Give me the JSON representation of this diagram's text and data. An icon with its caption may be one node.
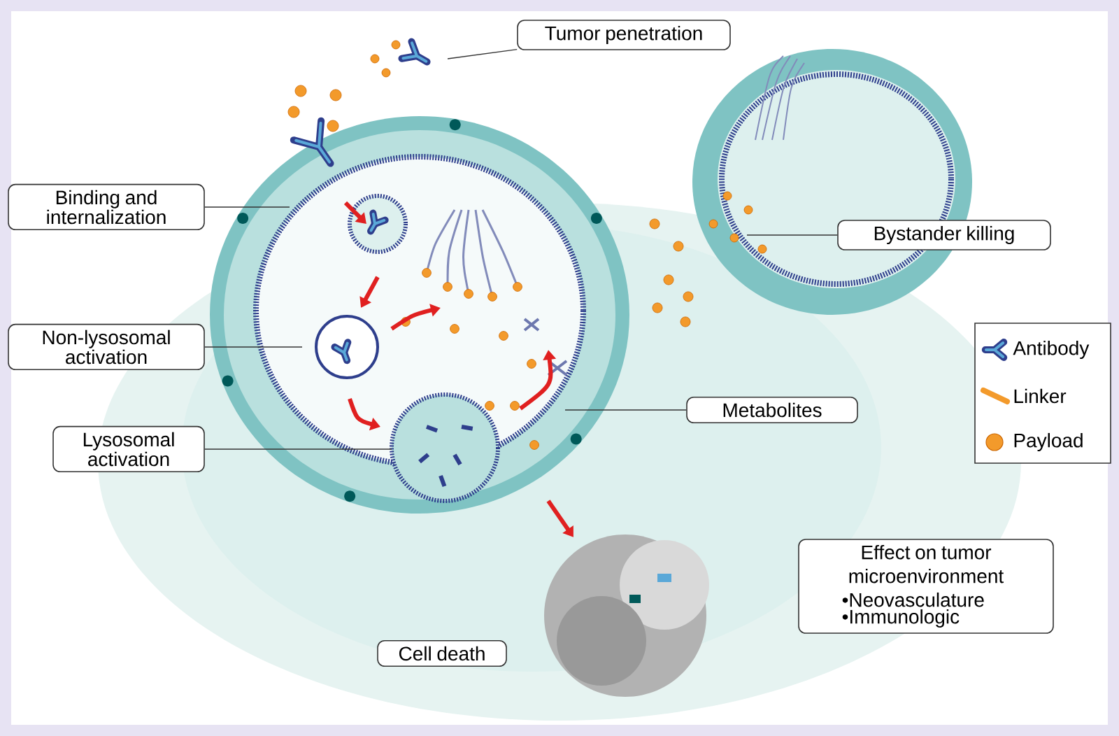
{
  "diagram": {
    "nodes": [
      {
        "text": [
          "Tumor penetration"
        ]
      },
      {
        "text": [
          "Binding and internalization"
        ]
      },
      {
        "text": [
          "Non-lysosomal activation"
        ]
      },
      {
        "text": [
          "Lysosomal activation"
        ]
      },
      {
        "text": [
          "Metabolites"
        ]
      },
      {
        "text": [
          "Bystander killing"
        ]
      },
      {
        "text": [
          "Cell death"
        ]
      },
      {
        "text": [
          "Effect on tumor microenvironment",
          "•Neovasculature",
          "•Immunologic"
        ]
      }
    ],
    "edges": [
      {
        "from": 0,
        "to": null,
        "arrow": "none"
      },
      {
        "from": 1,
        "to": null,
        "arrow": "none"
      },
      {
        "from": 2,
        "to": null,
        "arrow": "none"
      },
      {
        "from": 3,
        "to": null,
        "arrow": "none"
      },
      {
        "from": 4,
        "to": null,
        "arrow": "none"
      },
      {
        "from": 5,
        "to": null,
        "arrow": "none"
      }
    ],
    "legend": [
      {
        "text": "Antibody"
      },
      {
        "text": "Linker"
      },
      {
        "text": "Payload"
      }
    ]
  }
}
